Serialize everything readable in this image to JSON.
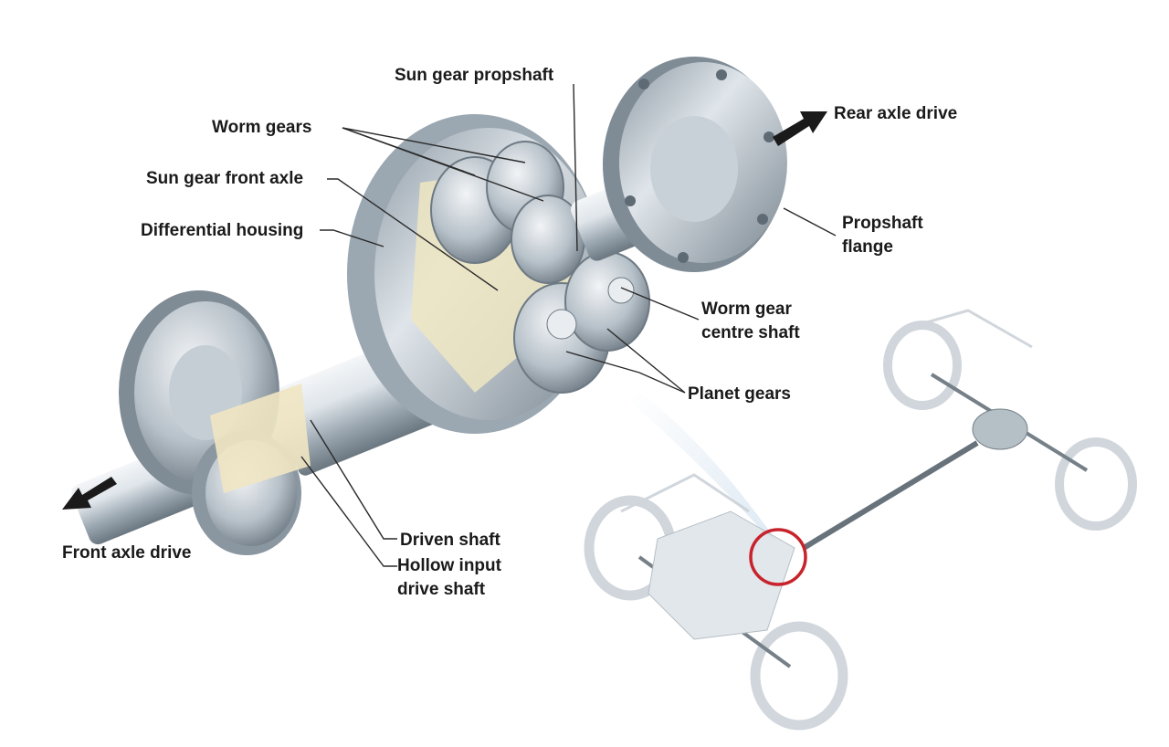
{
  "labels": {
    "sun_gear_propshaft": "Sun gear propshaft",
    "worm_gears": "Worm gears",
    "sun_gear_front_axle": "Sun gear front axle",
    "differential_housing": "Differential housing",
    "rear_axle_drive": "Rear axle drive",
    "propshaft_flange_line1": "Propshaft",
    "propshaft_flange_line2": "flange",
    "worm_gear_centre_shaft_line1": "Worm gear",
    "worm_gear_centre_shaft_line2": "centre shaft",
    "planet_gears": "Planet gears",
    "driven_shaft": "Driven shaft",
    "hollow_input_line1": "Hollow input",
    "hollow_input_line2": "drive shaft",
    "front_axle_drive": "Front axle drive"
  },
  "colors": {
    "metal_light": "#e6ebef",
    "metal_mid": "#a9b4bd",
    "metal_dark": "#5e6a74",
    "cutaway": "#efe6c2",
    "highlight_ring": "#c8232c",
    "arrow": "#1a1a1a",
    "chassis": "#c9d0d6"
  }
}
